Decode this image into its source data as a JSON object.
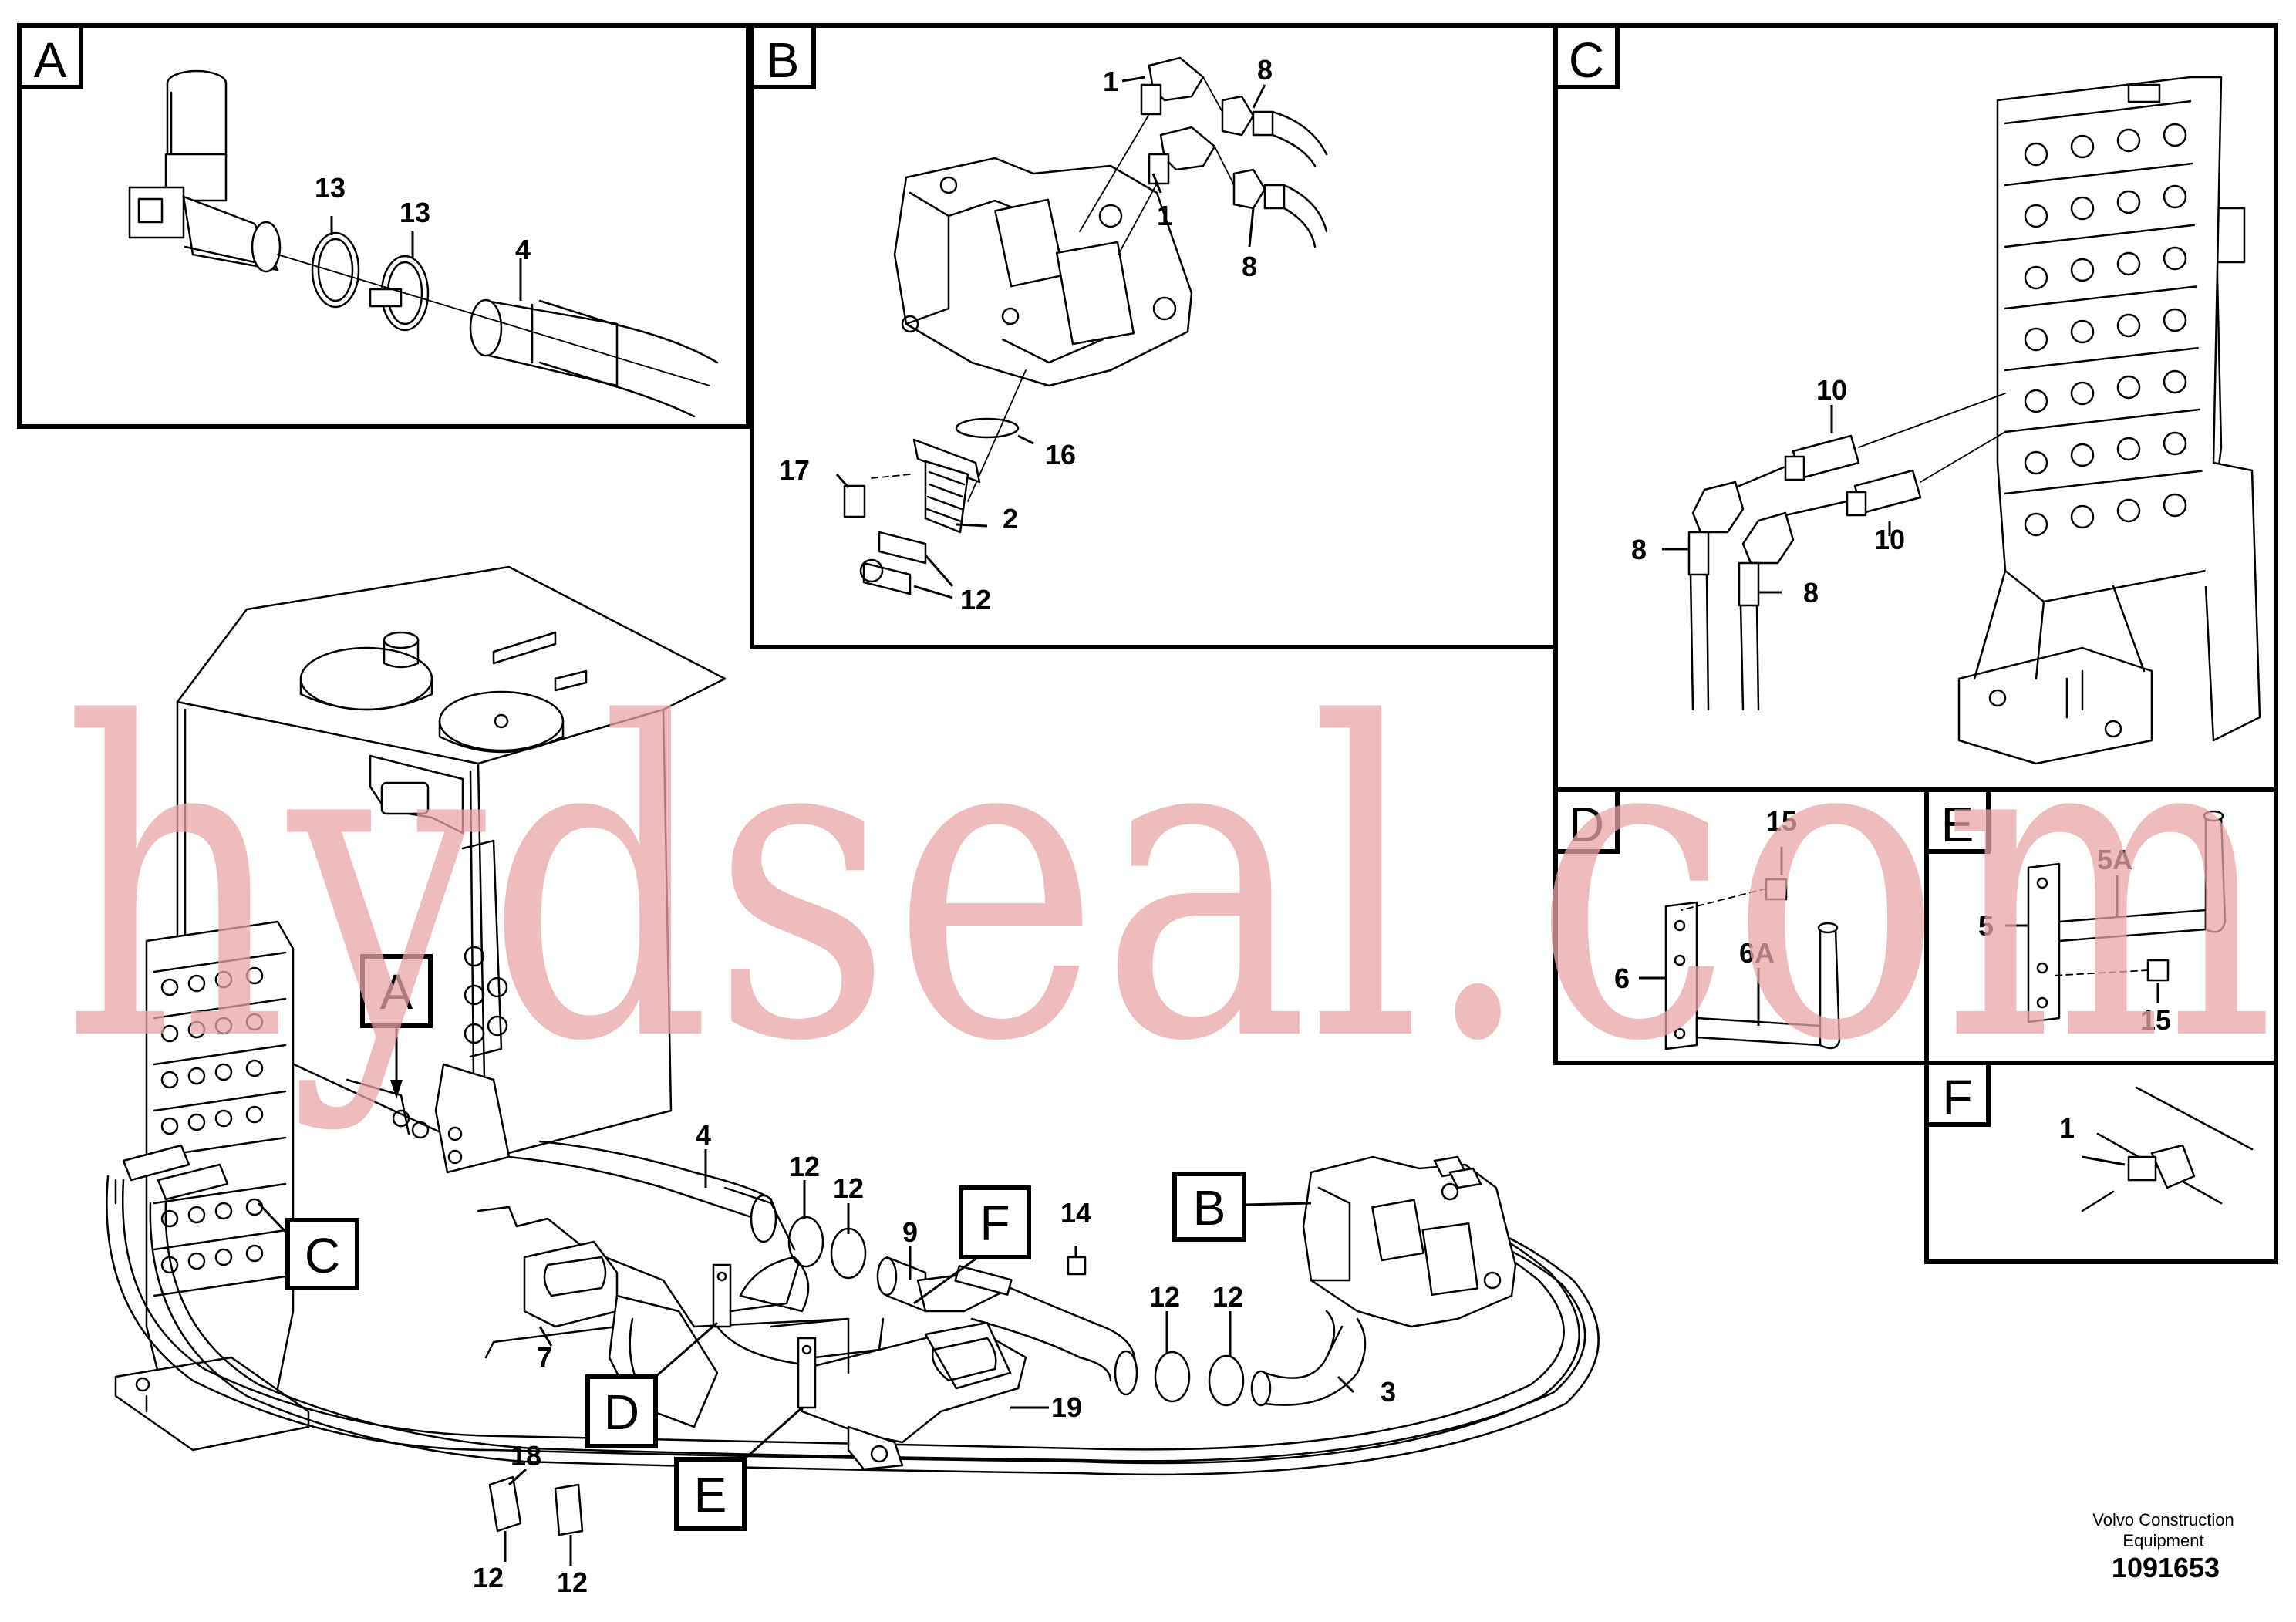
{
  "detail_panels": {
    "A": {
      "letter": "A",
      "labels": [
        "13",
        "13",
        "4"
      ]
    },
    "B": {
      "letter": "B",
      "labels": [
        "1",
        "8",
        "1",
        "8",
        "16",
        "17",
        "2",
        "12"
      ]
    },
    "C": {
      "letter": "C",
      "labels": [
        "10",
        "8",
        "10",
        "8"
      ]
    },
    "D": {
      "letter": "D",
      "labels": [
        "15",
        "6",
        "6A"
      ]
    },
    "E": {
      "letter": "E",
      "labels": [
        "5A",
        "5",
        "15"
      ]
    },
    "F": {
      "letter": "F",
      "labels": [
        "1"
      ]
    }
  },
  "main_callouts": [
    "A",
    "B",
    "C",
    "D",
    "E",
    "F"
  ],
  "main_labels": [
    "4",
    "12",
    "12",
    "9",
    "14",
    "12",
    "12",
    "3",
    "7",
    "19",
    "18",
    "12",
    "12"
  ],
  "watermark": "hydseal.com",
  "footer": {
    "maker_line1": "Volvo Construction",
    "maker_line2": "Equipment",
    "drawing_number": "1091653"
  }
}
